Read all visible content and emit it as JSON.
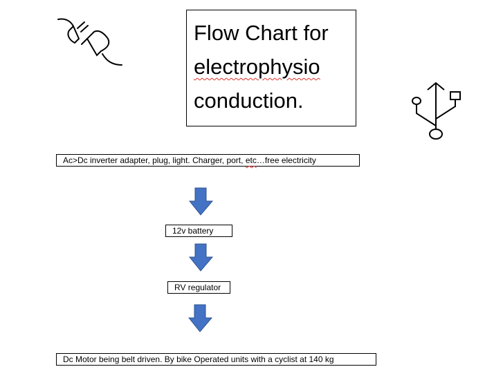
{
  "title": {
    "line1": "Flow Chart for",
    "line2": "electrophysio",
    "line3": "conduction."
  },
  "steps": [
    {
      "pre": "Ac>Dc inverter adapter, plug, light. Charger, port, ",
      "flagged": "etc",
      "post": "…free electricity"
    },
    {
      "pre": "12v battery",
      "flagged": "",
      "post": ""
    },
    {
      "pre": "RV regulator",
      "flagged": "",
      "post": ""
    },
    {
      "pre": "Dc Motor being belt driven. By bike Operated units with a cyclist at 140 kg",
      "flagged": "",
      "post": ""
    }
  ],
  "icons": {
    "left": "plug-icon",
    "right": "usb-icon"
  },
  "colors": {
    "arrow": "#4472c4",
    "arrow_border": "#2f528f",
    "spellcheck": "#e0302a"
  }
}
